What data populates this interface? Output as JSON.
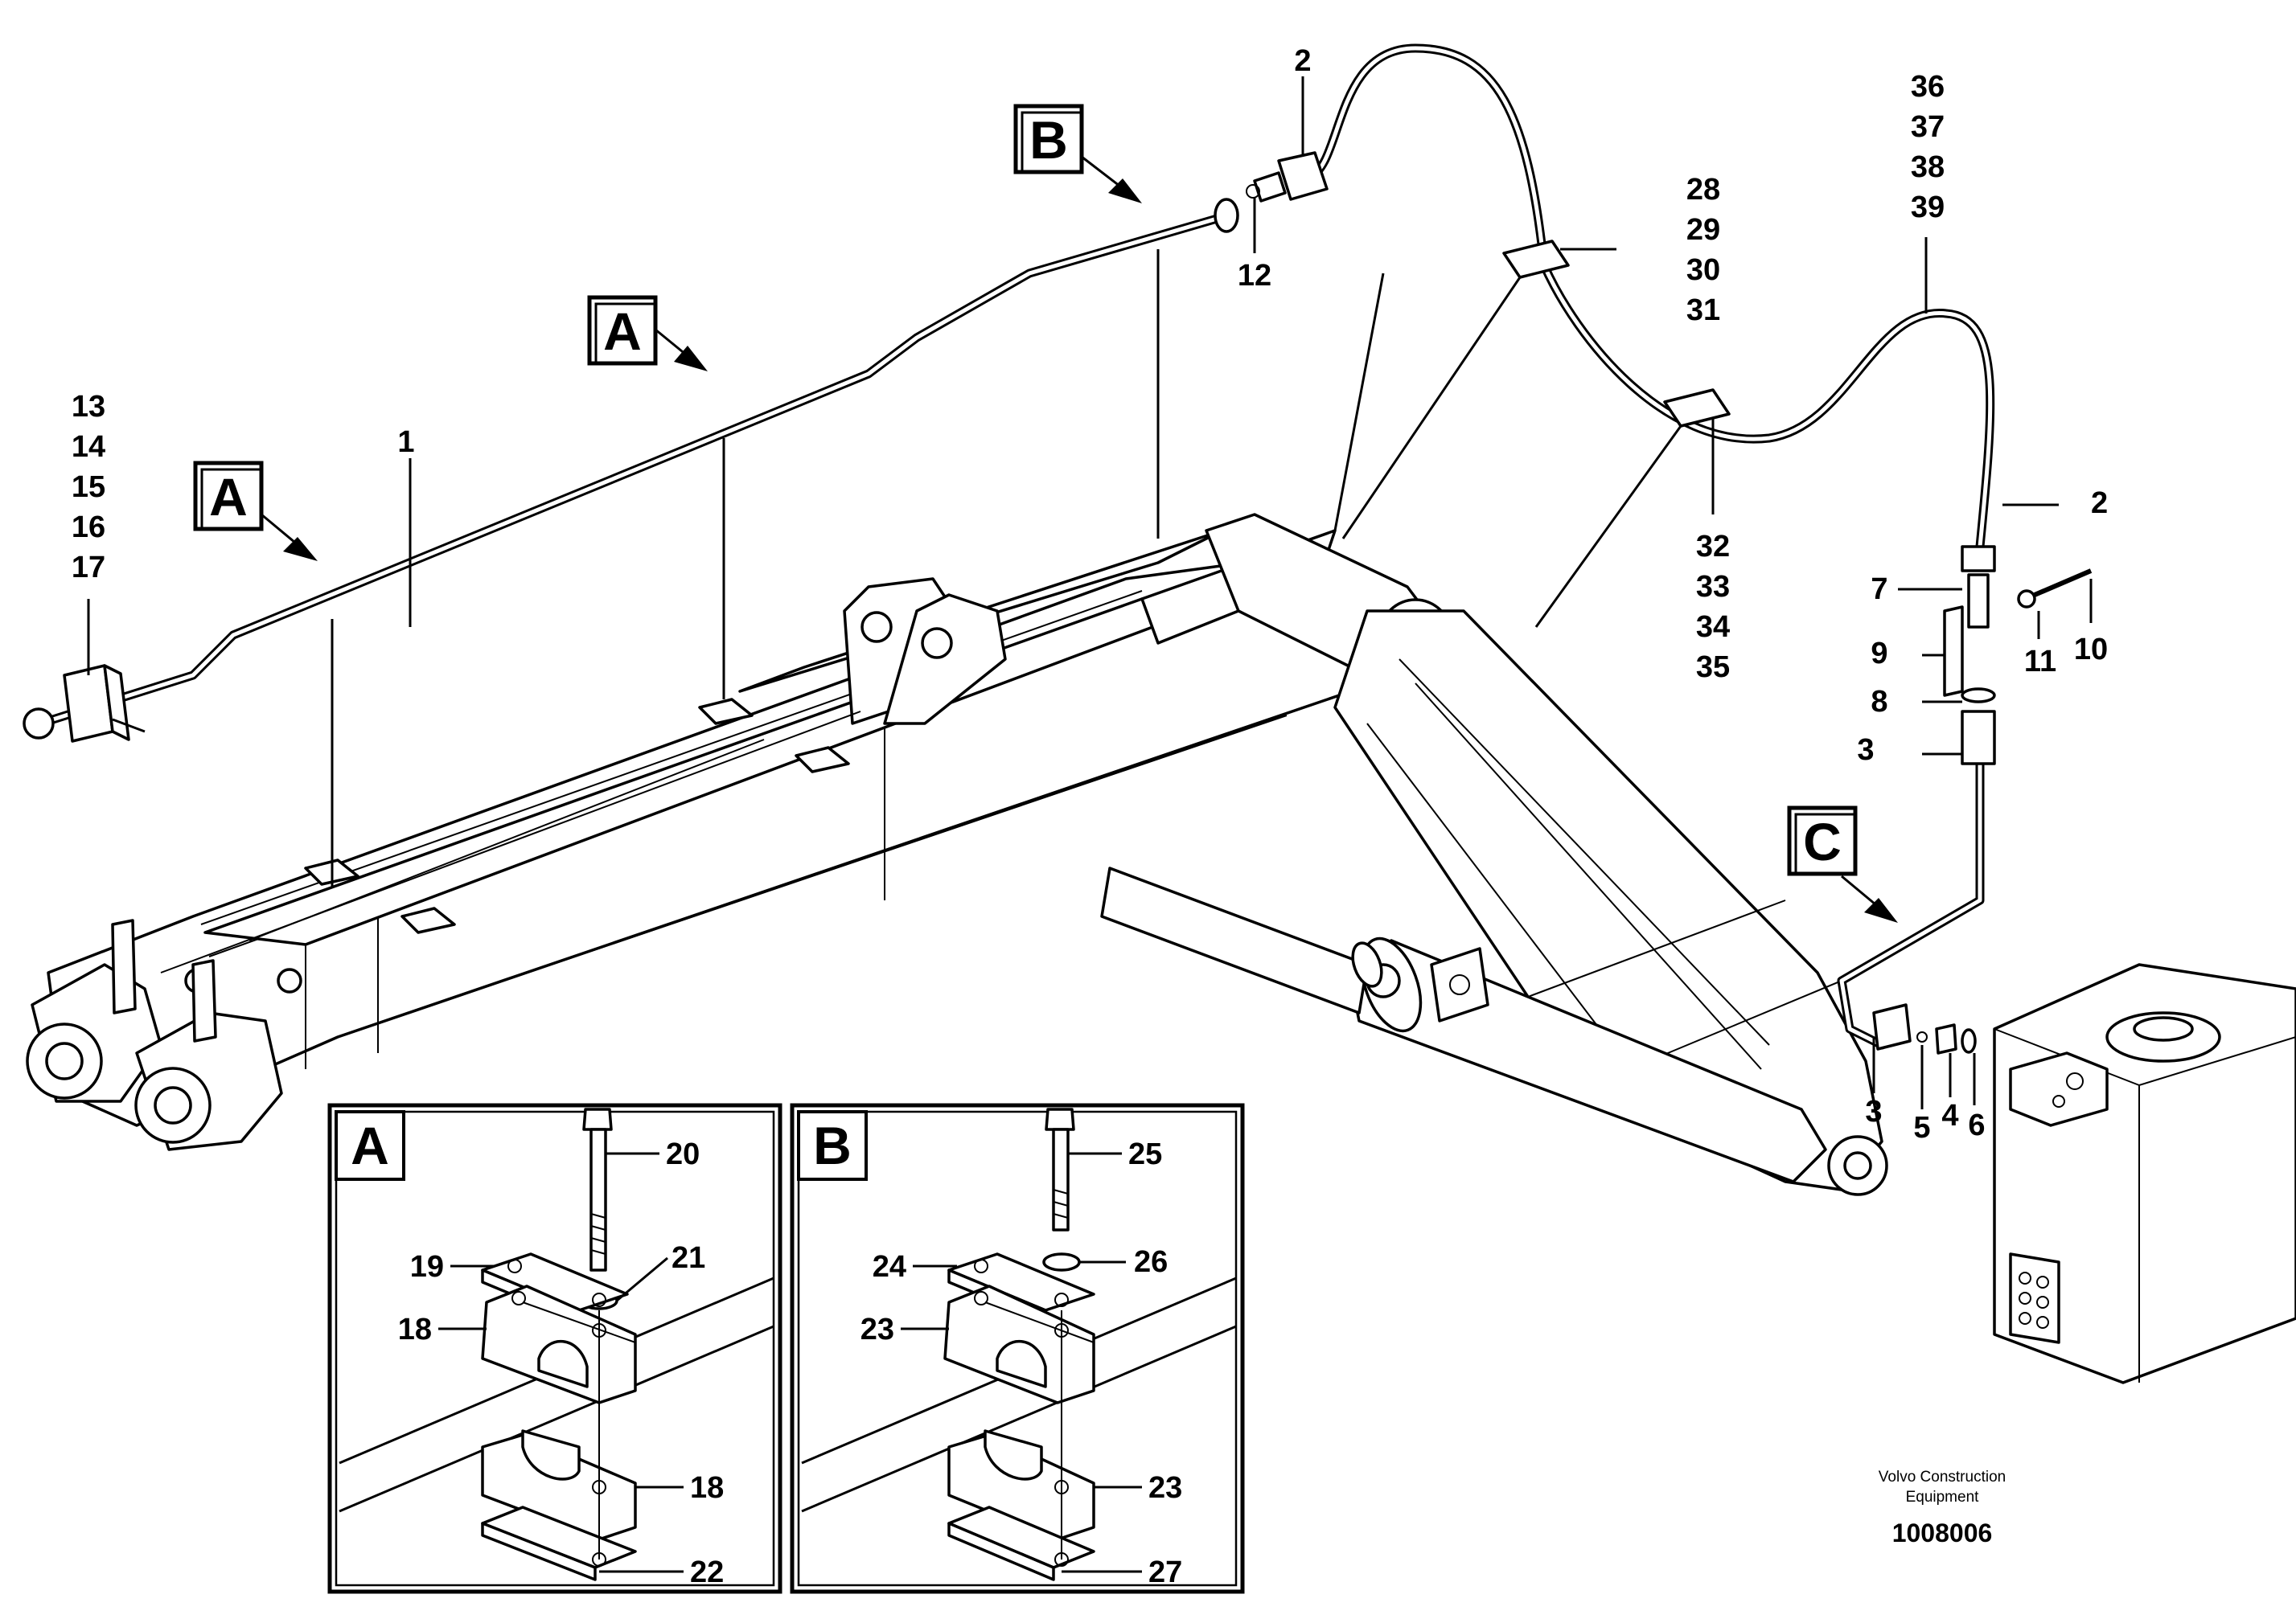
{
  "callouts": {
    "a_top": "A",
    "a_left": "A",
    "b_top": "B",
    "c_right": "C",
    "detail_a": "A",
    "detail_b": "B"
  },
  "parts": {
    "p1": "1",
    "p2_top": "2",
    "p2_right": "2",
    "p3_a": "3",
    "p3_b": "3",
    "p4": "4",
    "p5": "5",
    "p6": "6",
    "p7": "7",
    "p8": "8",
    "p9": "9",
    "p10": "10",
    "p11": "11",
    "p12": "12",
    "p13": "13",
    "p14": "14",
    "p15": "15",
    "p16": "16",
    "p17": "17",
    "p18_top": "18",
    "p18_bottom": "18",
    "p19": "19",
    "p20": "20",
    "p21": "21",
    "p22": "22",
    "p23_top": "23",
    "p23_bottom": "23",
    "p24": "24",
    "p25": "25",
    "p26": "26",
    "p27": "27",
    "p28": "28",
    "p29": "29",
    "p30": "30",
    "p31": "31",
    "p32": "32",
    "p33": "33",
    "p34": "34",
    "p35": "35",
    "p36": "36",
    "p37": "37",
    "p38": "38",
    "p39": "39"
  },
  "footer": {
    "maker_line1": "Volvo Construction",
    "maker_line2": "Equipment",
    "drawing_number": "1008006"
  }
}
